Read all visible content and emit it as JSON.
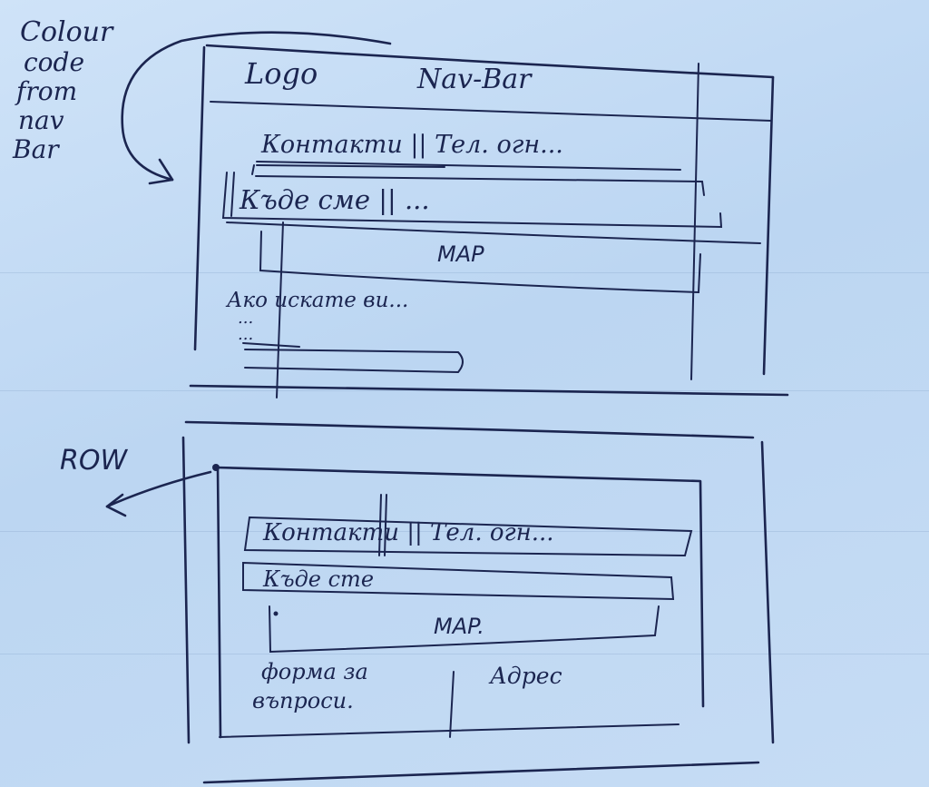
{
  "side_note": [
    "Colour",
    "code",
    "from",
    "nav",
    "Bar"
  ],
  "row_note": "ROW",
  "wireframe_top": {
    "logo": "Logo",
    "nav_bar": "Nav-Bar",
    "contacts": "Контакти || Тел. огн...",
    "where": "Къде сме || ...",
    "map": "MAP",
    "if_you_want": "Ако искате ви...",
    "scribble_1": "...",
    "scribble_2": "..."
  },
  "wireframe_bottom": {
    "contacts": "Контакти || Тел. огн...",
    "where": "Къде сте",
    "map": "MAP.",
    "form_line1": "форма за",
    "form_line2": "въпроси.",
    "address": "Адрес"
  }
}
